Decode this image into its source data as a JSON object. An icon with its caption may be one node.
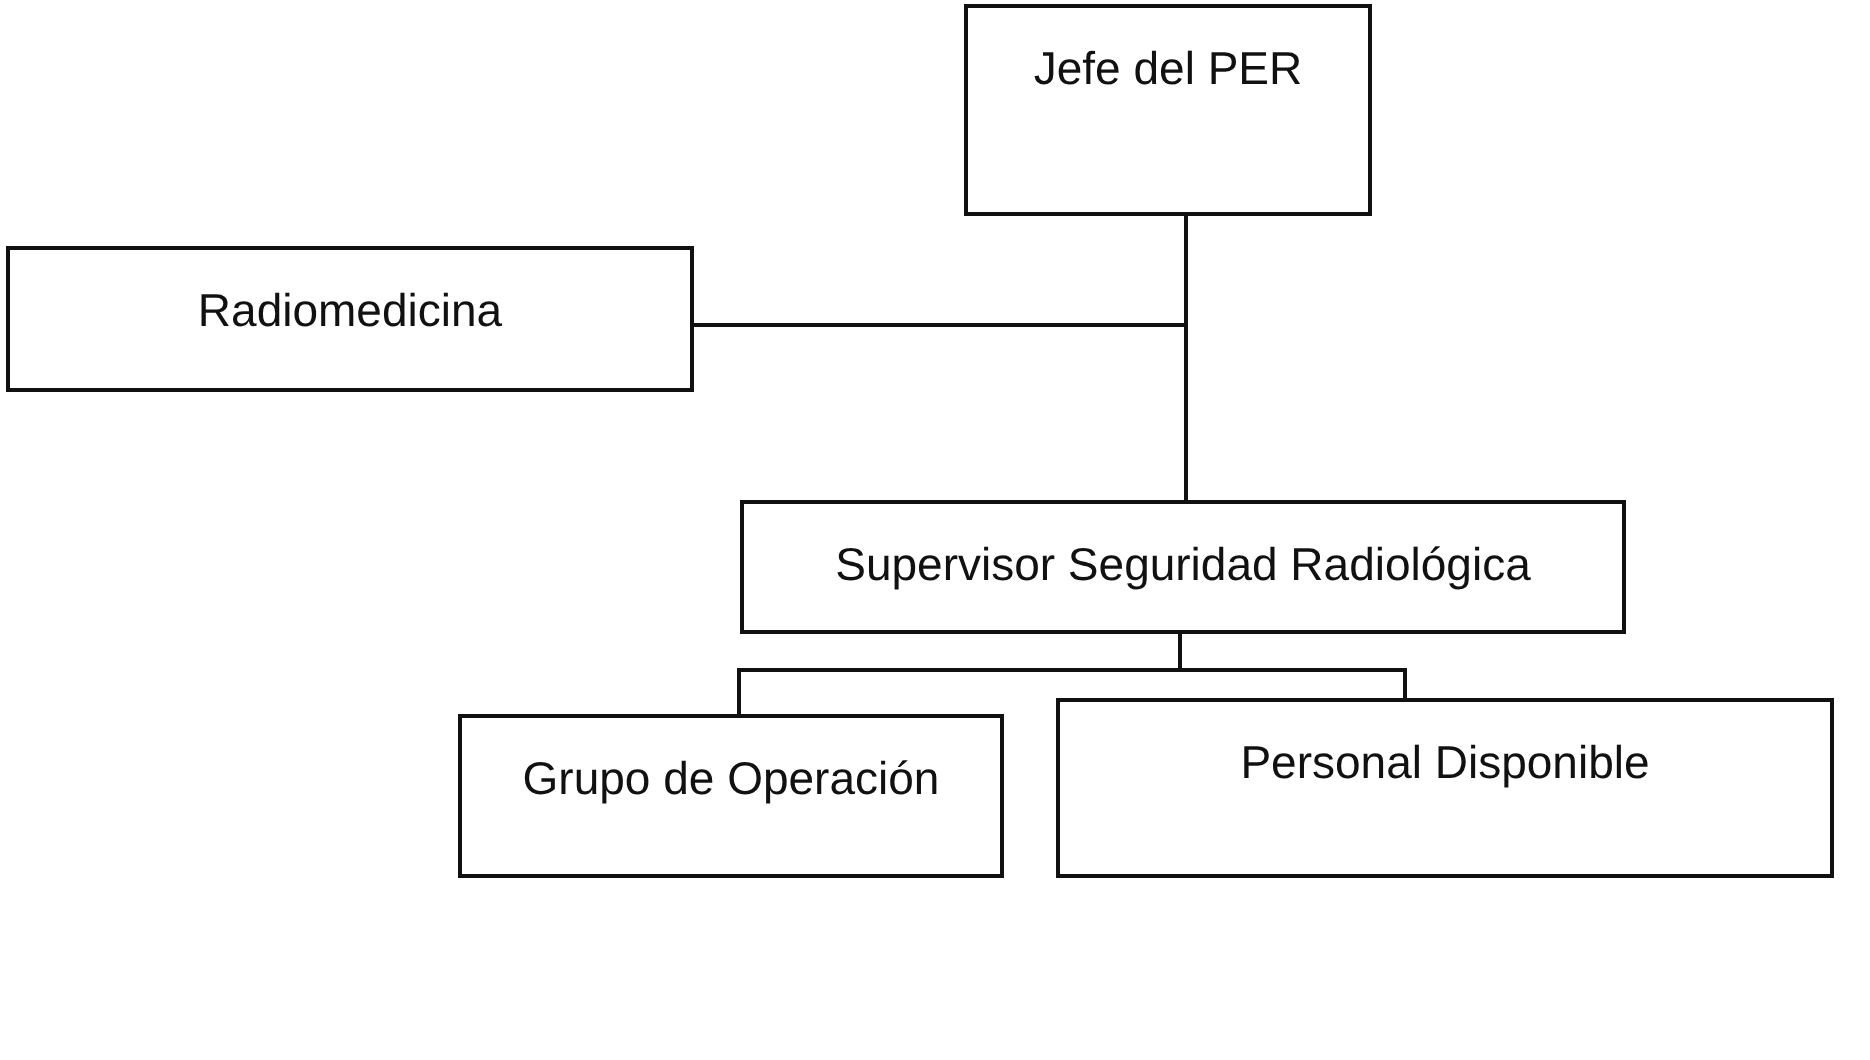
{
  "diagram": {
    "nodes": [
      {
        "text": [
          "Jefe del PER"
        ]
      },
      {
        "text": [
          "Radiomedicina"
        ]
      },
      {
        "text": [
          "Supervisor Seguridad Radiológica"
        ]
      },
      {
        "text": [
          "Grupo de Operación"
        ]
      },
      {
        "text": [
          "Personal Disponible"
        ]
      }
    ],
    "edges": [
      {
        "from": 0,
        "to": 1,
        "arrow": "none"
      },
      {
        "from": 0,
        "to": 2,
        "arrow": "none"
      },
      {
        "from": 2,
        "to": 3,
        "arrow": "none"
      },
      {
        "from": 2,
        "to": 4,
        "arrow": "none"
      }
    ]
  }
}
